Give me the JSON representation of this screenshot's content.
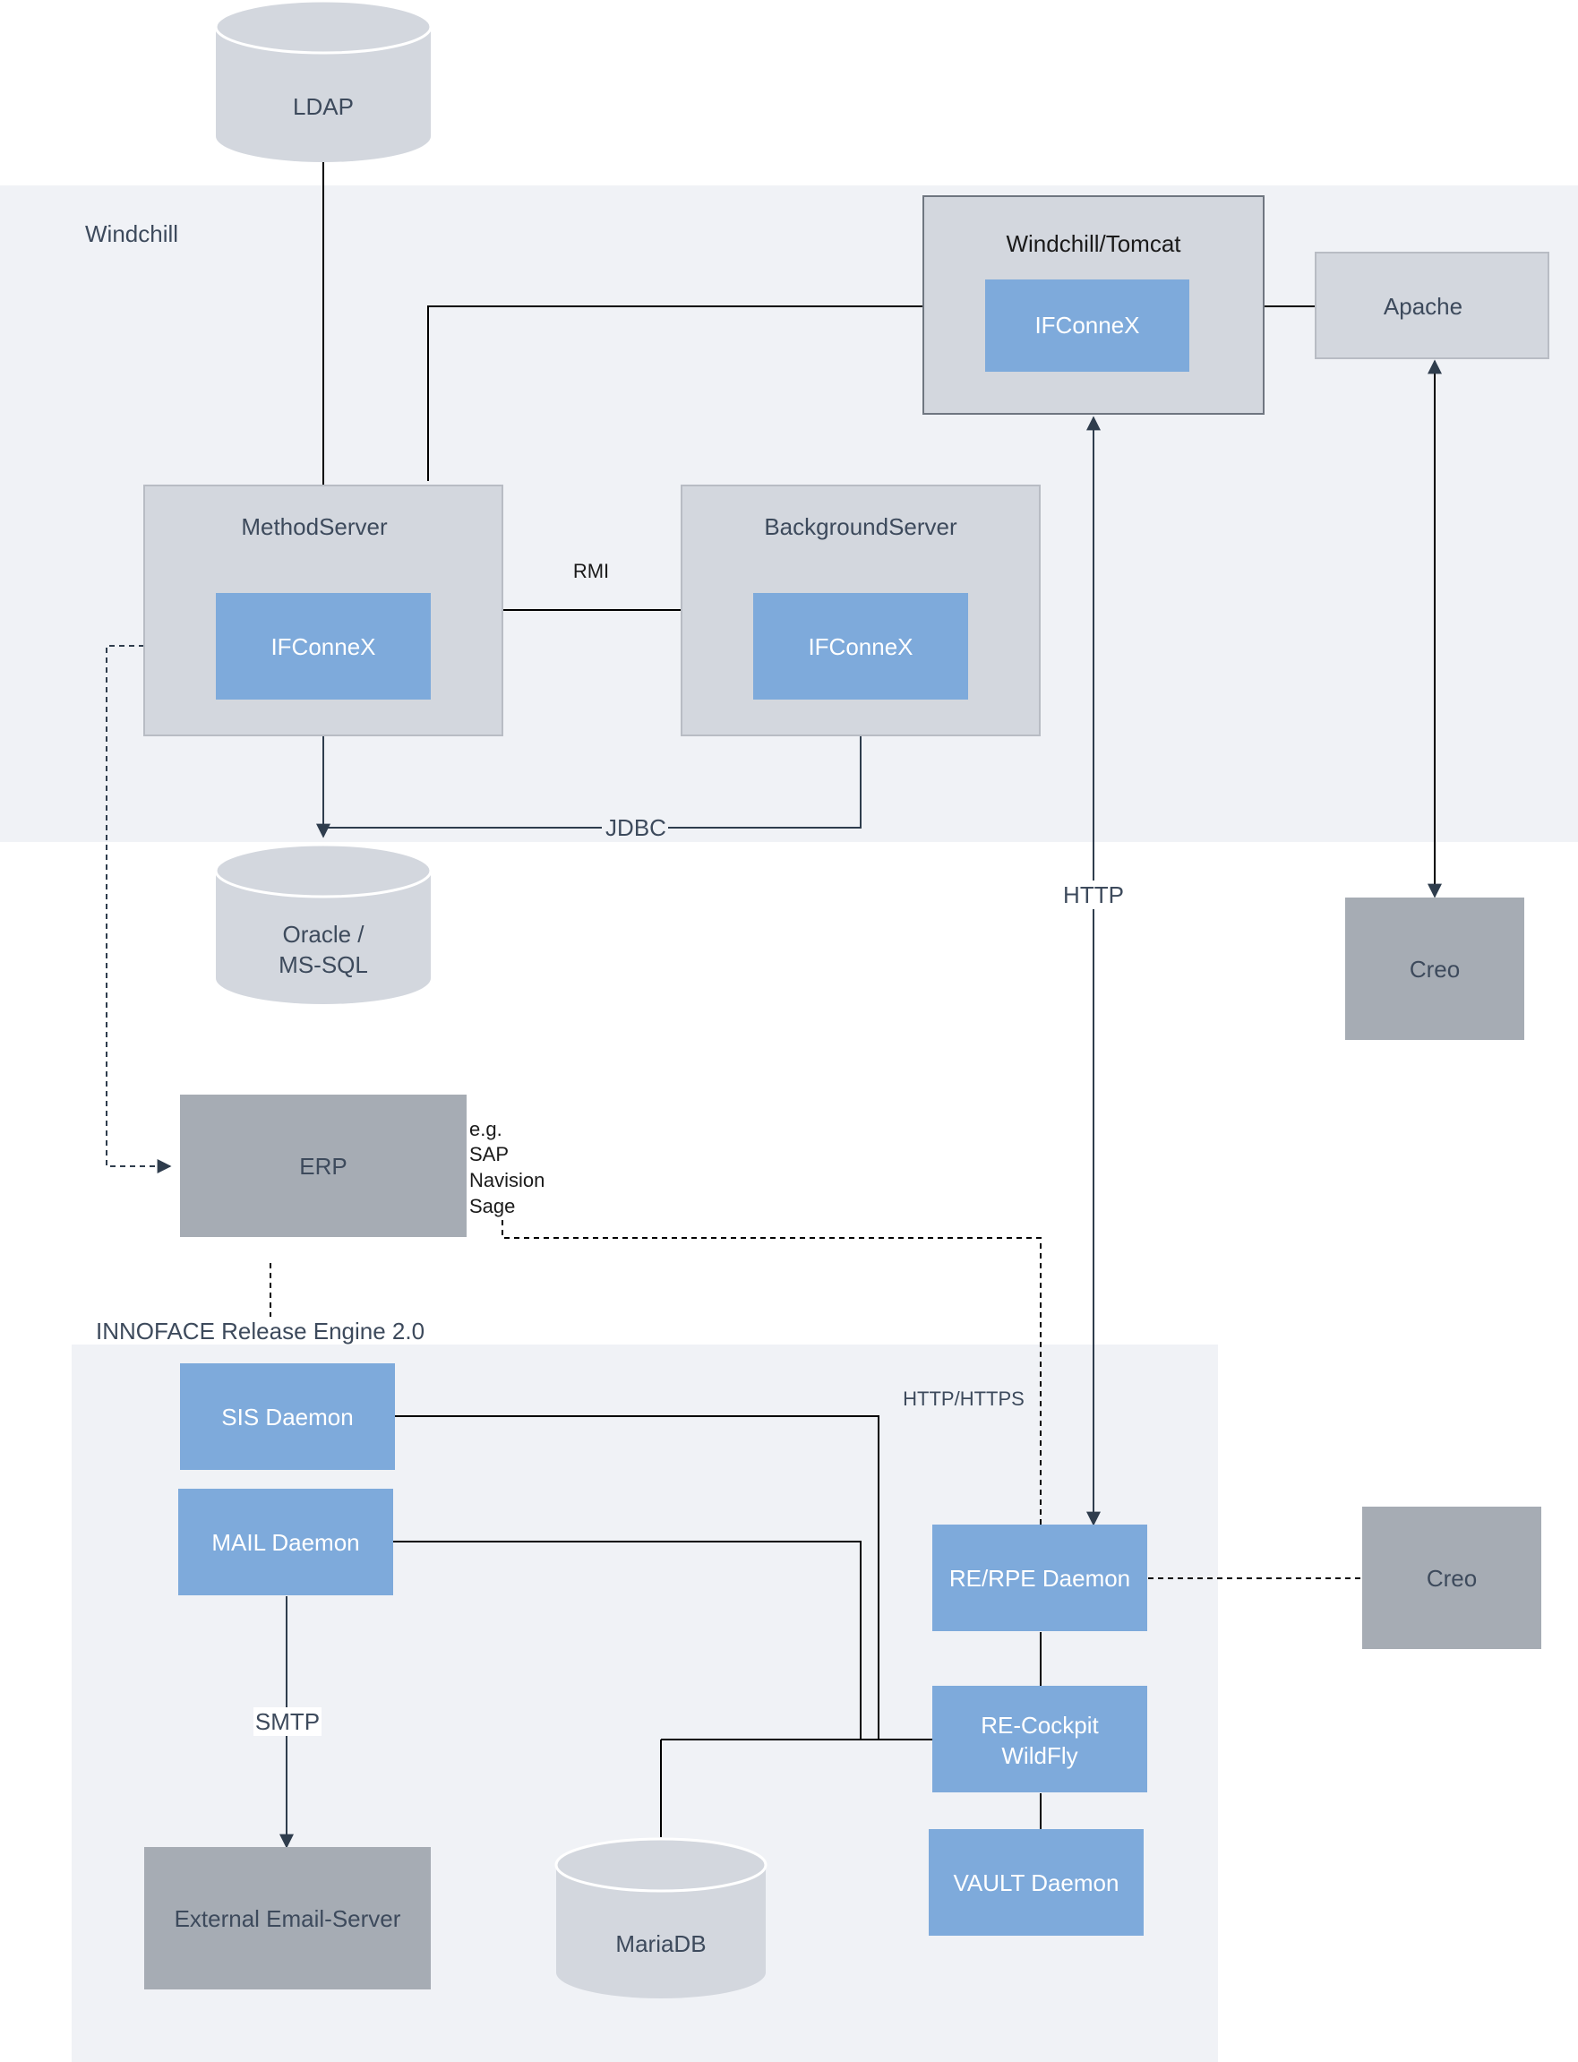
{
  "regions": {
    "windchill": "Windchill",
    "release_engine": "INNOFACE Release Engine 2.0"
  },
  "nodes": {
    "ldap": "LDAP",
    "windchill_tomcat": "Windchill/Tomcat",
    "ifconnex_tomcat": "IFConneX",
    "apache": "Apache",
    "method_server": "MethodServer",
    "ifconnex_method": "IFConneX",
    "background_server": "BackgroundServer",
    "ifconnex_background": "IFConneX",
    "oracle_line1": "Oracle /",
    "oracle_line2": "MS-SQL",
    "creo_top": "Creo",
    "erp": "ERP",
    "sis_daemon": "SIS Daemon",
    "mail_daemon": "MAIL Daemon",
    "re_rpe_daemon": "RE/RPE Daemon",
    "creo_bottom": "Creo",
    "re_cockpit_line1": "RE-Cockpit",
    "re_cockpit_line2": "WildFly",
    "vault_daemon": "VAULT Daemon",
    "external_email": "External Email-Server",
    "mariadb": "MariaDB"
  },
  "edge_labels": {
    "rmi": "RMI",
    "jdbc": "JDBC",
    "http": "HTTP",
    "http_https": "HTTP/HTTPS",
    "smtp": "SMTP"
  },
  "erp_note": [
    "e.g.",
    "SAP",
    "Navision",
    "Sage"
  ],
  "colors": {
    "region_bg": "#f0f2f6",
    "node_gray": "#d3d7de",
    "node_dark": "#a6acb4",
    "node_blue": "#7eaadb",
    "line": "#000000",
    "arrow": "#2f3d4d"
  }
}
